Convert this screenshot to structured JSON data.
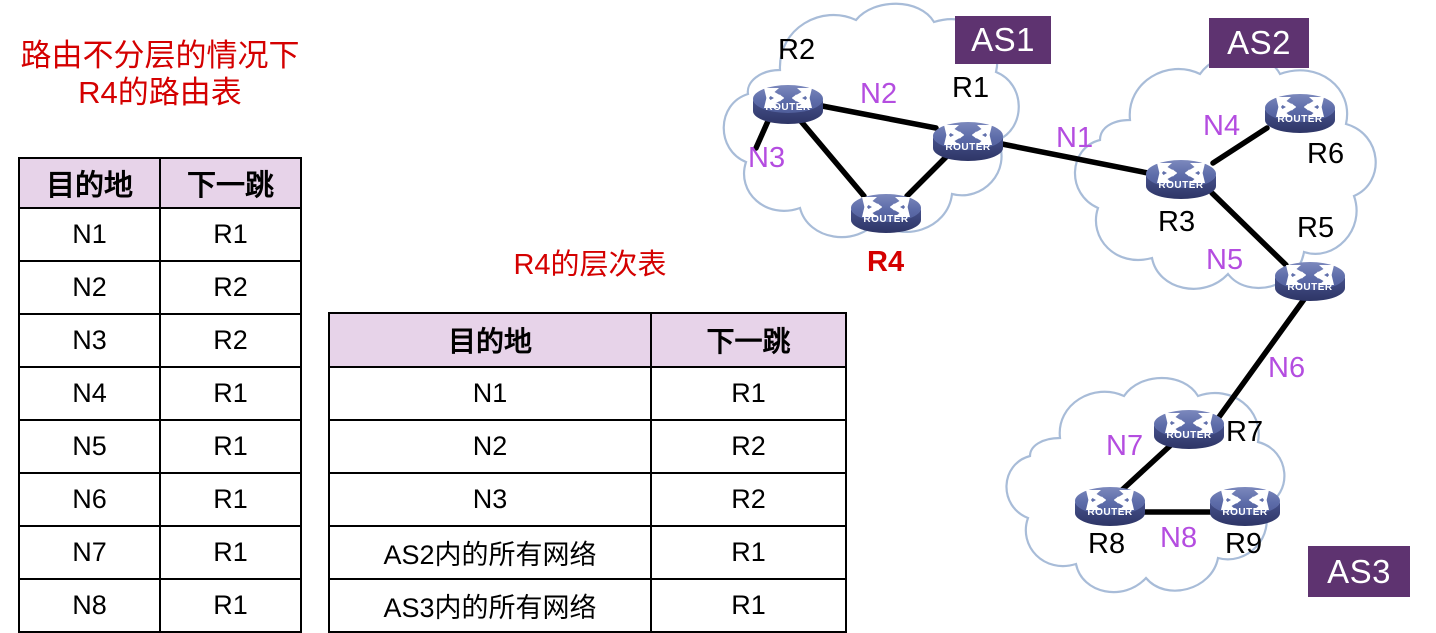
{
  "left_panel": {
    "title": "路由不分层的情况下\nR4的路由表",
    "table": {
      "headers": [
        "目的地",
        "下一跳"
      ],
      "rows": [
        [
          "N1",
          "R1"
        ],
        [
          "N2",
          "R2"
        ],
        [
          "N3",
          "R2"
        ],
        [
          "N4",
          "R1"
        ],
        [
          "N5",
          "R1"
        ],
        [
          "N6",
          "R1"
        ],
        [
          "N7",
          "R1"
        ],
        [
          "N8",
          "R1"
        ]
      ]
    }
  },
  "mid_panel": {
    "title": "R4的层次表",
    "table": {
      "headers": [
        "目的地",
        "下一跳"
      ],
      "rows": [
        [
          "N1",
          "R1"
        ],
        [
          "N2",
          "R2"
        ],
        [
          "N3",
          "R2"
        ],
        [
          "AS2内的所有网络",
          "R1"
        ],
        [
          "AS3内的所有网络",
          "R1"
        ]
      ]
    }
  },
  "diagram": {
    "as_badges": [
      {
        "label": "AS1"
      },
      {
        "label": "AS2"
      },
      {
        "label": "AS3"
      }
    ],
    "routers": [
      {
        "label": "R2",
        "as": "AS1"
      },
      {
        "label": "R1",
        "as": "AS1"
      },
      {
        "label": "R4",
        "as": "AS1",
        "highlight": true
      },
      {
        "label": "R3",
        "as": "AS2"
      },
      {
        "label": "R6",
        "as": "AS2"
      },
      {
        "label": "R5",
        "as": "AS2"
      },
      {
        "label": "R7",
        "as": "AS3"
      },
      {
        "label": "R8",
        "as": "AS3"
      },
      {
        "label": "R9",
        "as": "AS3"
      }
    ],
    "networks": [
      {
        "label": "N1",
        "between": [
          "R1",
          "R3"
        ]
      },
      {
        "label": "N2",
        "between": [
          "R2",
          "R1"
        ]
      },
      {
        "label": "N3",
        "between": [
          "R2",
          "stub"
        ]
      },
      {
        "label": "N4",
        "between": [
          "R3",
          "R6"
        ]
      },
      {
        "label": "N5",
        "between": [
          "R3",
          "R5"
        ]
      },
      {
        "label": "N6",
        "between": [
          "R5",
          "R7"
        ]
      },
      {
        "label": "N7",
        "between": [
          "R8",
          "R7"
        ]
      },
      {
        "label": "N8",
        "between": [
          "R8",
          "R9"
        ]
      }
    ],
    "router_icon_caption": "ROUTER",
    "colors": {
      "as_badge": "#5e3370",
      "network_label": "#b44de0",
      "router_body": "#5c6ba8",
      "cloud_stroke": "#a8bcd8",
      "link": "#000000",
      "highlight": "#d40000",
      "table_header": "#e7d3e9"
    }
  }
}
